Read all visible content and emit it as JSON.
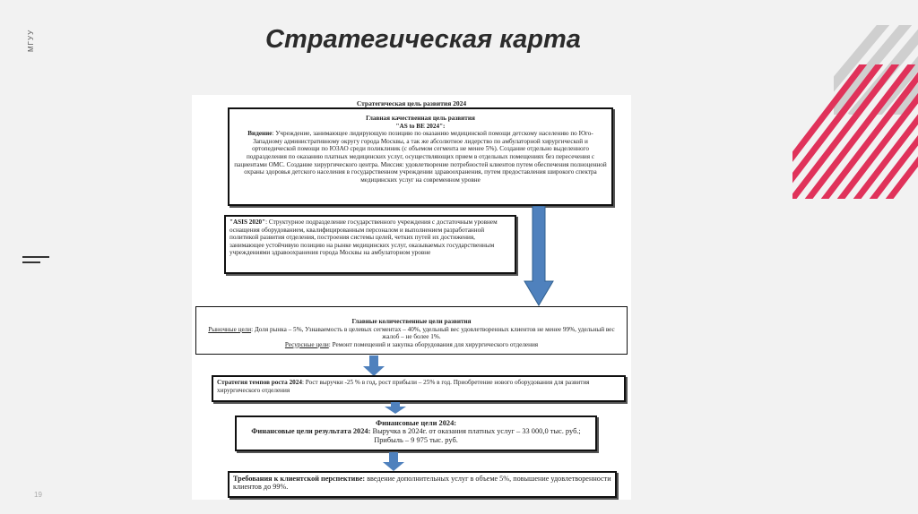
{
  "side": {
    "label": "МГУУ",
    "page_number": "19"
  },
  "slide_title": "Стратегическая карта",
  "doc": {
    "top_heading": "Стратегическая цель развития 2024",
    "vision_box": {
      "heading": "Главная качественная цель развития",
      "subheading": "\"AS to BE 2024\":",
      "text_label": "Видение",
      "text": ": Учреждение, занимающее лидирующую позицию по оказанию медицинской помощи детскому населению по Юго-Западному административному округу города Москвы, а так же абсолютное лидерство по амбулаторной хирургической и ортопедической помощи по ЮЗАО среди поликлиник (с объемом сегмента не менее 5%). Создание отдельно выделенного подразделения по оказанию платных медицинских услуг, осуществляющих прием в отдельных помещениях без пересечения с пациентами ОМС. Создание хирургического центра. Миссия: удовлетворение потребностей клиентов путем обеспечения полноценной охраны здоровья детского населения в государственном учреждении здравоохранения, путем предоставления широкого спектра медицинских услуг на современном уровне"
    },
    "asis_box": {
      "label": "\"ASIS 2020\"",
      "text": ": Структурное подразделение государственного учреждения с достаточным уровнем оснащения оборудованием, квалифицированным персоналом и выполнением разработанной политикой развития отделения, построения системы целей, четких путей их достижения, занимающее устойчивую позицию на рынке медицинских услуг, оказываемых государственным учреждениями здравоохранения города Москвы на амбулаторном уровне"
    },
    "quant_box": {
      "heading": "Главные количественные цели развития",
      "market_label": "Рыночные цели",
      "market_text": ": Доля рынка – 5%, Узнаваемость в целевых сегментах – 40%, удельный вес удовлетворенных клиентов не менее 99%, удельный вес жалоб – не более 1%.",
      "resource_label": "Ресурсные цели",
      "resource_text": ": Ремонт помещений и закупка оборудования для хирургического отделения"
    },
    "growth_box": {
      "label": "Стратегия темпов роста 2024",
      "text": ": Рост выручки -25 % в год, рост прибыли – 25% в год. Приобретение нового оборудования для развития хирургического отделения"
    },
    "finance_box": {
      "heading": "Финансовые цели 2024:",
      "label": "Финансовые цели результата 2024:",
      "text": " Выручка в 2024г. от оказания платных услуг – 33 000,0 тыс. руб.; Прибыль – 9 975 тыс. руб."
    },
    "client_box": {
      "label": "Требования к клиентской перспективе:",
      "text": " введение дополнительных услуг в объеме 5%, повышение удовлетворенности клиентов до 99%."
    }
  },
  "colors": {
    "accent_red": "#e0325a",
    "stripe_gray": "#cfcfcf",
    "arrow_blue": "#4f81bd"
  }
}
